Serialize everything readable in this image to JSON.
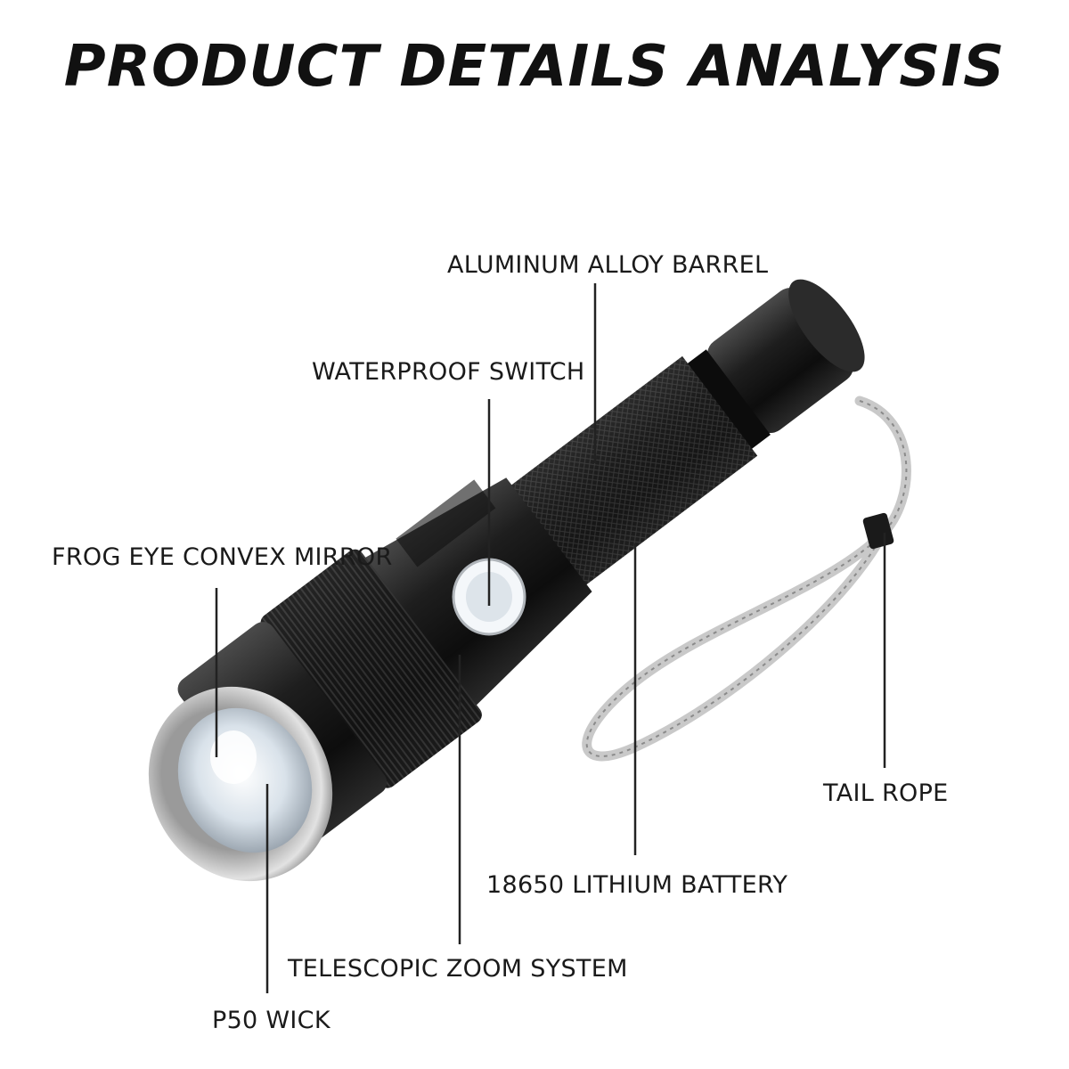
{
  "title": "PRODUCT DETAILS ANALYSIS",
  "labels": {
    "barrel": "ALUMINUM ALLOY BARREL",
    "switch": "WATERPROOF SWITCH",
    "mirror": "FROG EYE CONVEX MIRROR",
    "rope": "TAIL ROPE",
    "battery": "18650 LITHIUM BATTERY",
    "zoom": "TELESCOPIC ZOOM SYSTEM",
    "wick": "P50 WICK"
  },
  "colors": {
    "body": "#1b1b1b",
    "ring": "#b8b8b8",
    "lens": "#e8eef4",
    "rope": "#c9c9c9",
    "leader": "#222222"
  }
}
